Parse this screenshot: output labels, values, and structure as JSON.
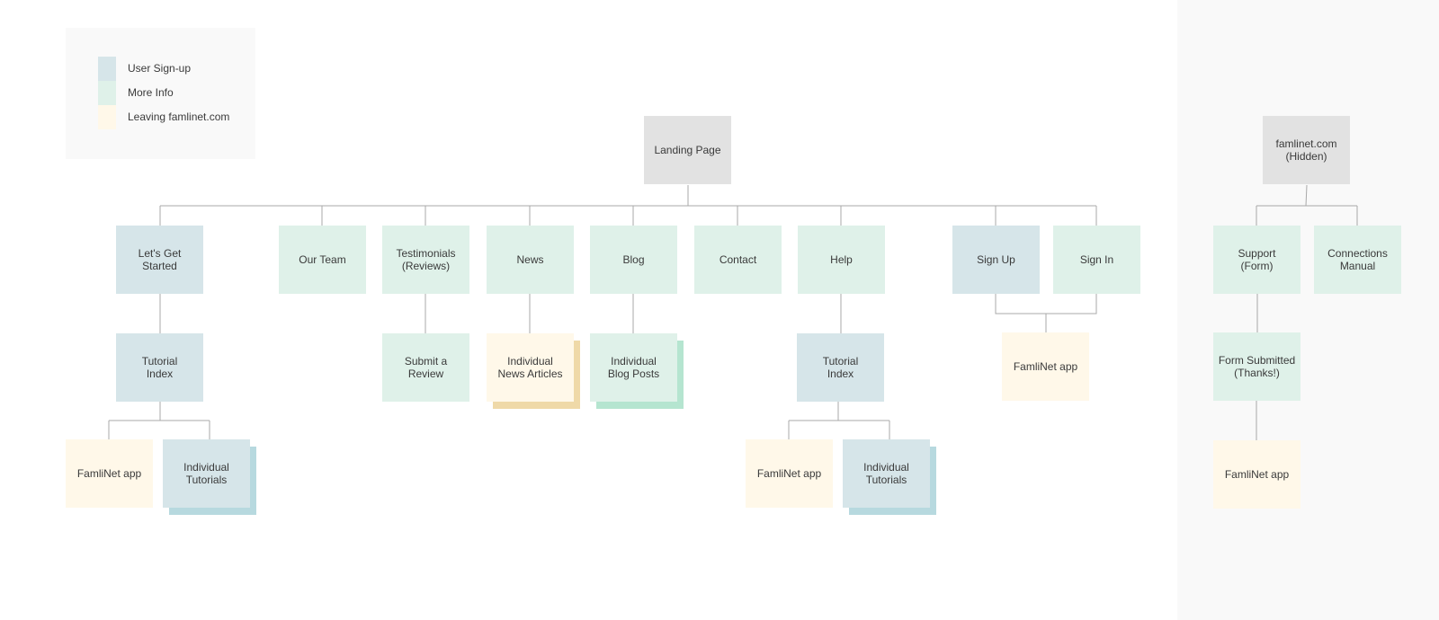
{
  "colors": {
    "user_signup": "#d6e5e9",
    "user_signup_stack": "#b7d9df",
    "more_info": "#dff1e9",
    "more_info_stack": "#b5e5d0",
    "leaving": "#fff8e9",
    "leaving_stack": "#efd9a8",
    "root": "#e2e2e2",
    "line": "#a8a8a8"
  },
  "legend": [
    {
      "label": "User Sign-up",
      "category": "user_signup"
    },
    {
      "label": "More Info",
      "category": "more_info"
    },
    {
      "label": "Leaving famlinet.com",
      "category": "leaving"
    }
  ],
  "nodes": {
    "landing": {
      "label": "Landing Page",
      "category": "root"
    },
    "lets_get_started": {
      "label": "Let's Get\nStarted",
      "category": "user_signup"
    },
    "our_team": {
      "label": "Our Team",
      "category": "more_info"
    },
    "testimonials": {
      "label": "Testimonials\n(Reviews)",
      "category": "more_info"
    },
    "news": {
      "label": "News",
      "category": "more_info"
    },
    "blog": {
      "label": "Blog",
      "category": "more_info"
    },
    "contact": {
      "label": "Contact",
      "category": "more_info"
    },
    "help": {
      "label": "Help",
      "category": "more_info"
    },
    "sign_up": {
      "label": "Sign Up",
      "category": "user_signup"
    },
    "sign_in": {
      "label": "Sign In",
      "category": "more_info"
    },
    "tutorial_index_1": {
      "label": "Tutorial\nIndex",
      "category": "user_signup"
    },
    "submit_review": {
      "label": "Submit a\nReview",
      "category": "more_info"
    },
    "news_articles": {
      "label": "Individual\nNews Articles",
      "category": "leaving"
    },
    "blog_posts": {
      "label": "Individual\nBlog Posts",
      "category": "more_info"
    },
    "tutorial_index_2": {
      "label": "Tutorial\nIndex",
      "category": "user_signup"
    },
    "famlinet_app_signin": {
      "label": "FamliNet app",
      "category": "leaving"
    },
    "famlinet_app_1": {
      "label": "FamliNet app",
      "category": "leaving"
    },
    "individual_tutorials_1": {
      "label": "Individual\nTutorials",
      "category": "user_signup"
    },
    "famlinet_app_2": {
      "label": "FamliNet app",
      "category": "leaving"
    },
    "individual_tutorials_2": {
      "label": "Individual\nTutorials",
      "category": "user_signup"
    },
    "hidden_root": {
      "label": "famlinet.com\n(Hidden)",
      "category": "root"
    },
    "support": {
      "label": "Support\n(Form)",
      "category": "more_info"
    },
    "connections_manual": {
      "label": "Connections\nManual",
      "category": "more_info"
    },
    "form_submitted": {
      "label": "Form Submitted\n(Thanks!)",
      "category": "more_info"
    },
    "famlinet_app_support": {
      "label": "FamliNet app",
      "category": "leaving"
    }
  }
}
